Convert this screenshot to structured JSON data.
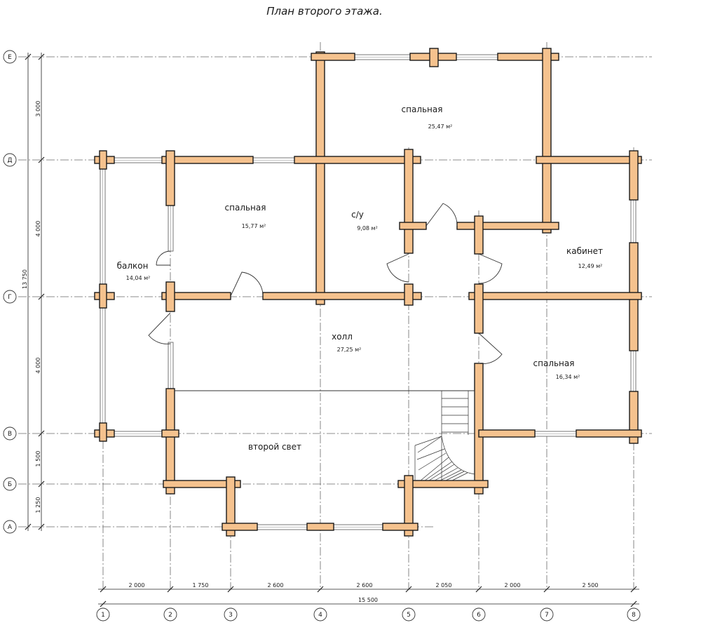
{
  "title": "План второго этажа.",
  "axes_vertical": [
    {
      "label": "1"
    },
    {
      "label": "2"
    },
    {
      "label": "3"
    },
    {
      "label": "4"
    },
    {
      "label": "5"
    },
    {
      "label": "6"
    },
    {
      "label": "7"
    },
    {
      "label": "8"
    }
  ],
  "axes_horizontal": [
    {
      "label": "Е"
    },
    {
      "label": "Д"
    },
    {
      "label": "Г"
    },
    {
      "label": "В"
    },
    {
      "label": "Б"
    },
    {
      "label": "А"
    }
  ],
  "dims_bottom": [
    "2 000",
    "1 750",
    "2 600",
    "2 600",
    "2 050",
    "2 000",
    "2 500"
  ],
  "dim_total_bottom": "15 500",
  "dims_left": [
    "3 000",
    "4 000",
    "4 000",
    "1 500",
    "1 250"
  ],
  "dim_total_left": "13 750",
  "rooms": [
    {
      "name": "спальная",
      "area": "25,47 м²"
    },
    {
      "name": "спальная",
      "area": "15,77 м²"
    },
    {
      "name": "с/у",
      "area": "9,08 м²"
    },
    {
      "name": "кабинет",
      "area": "12,49 м²"
    },
    {
      "name": "балкон",
      "area": "14,04 м²"
    },
    {
      "name": "холл",
      "area": "27,25 м²"
    },
    {
      "name": "спальная",
      "area": "16,34 м²"
    },
    {
      "name": "второй свет",
      "area": ""
    }
  ]
}
